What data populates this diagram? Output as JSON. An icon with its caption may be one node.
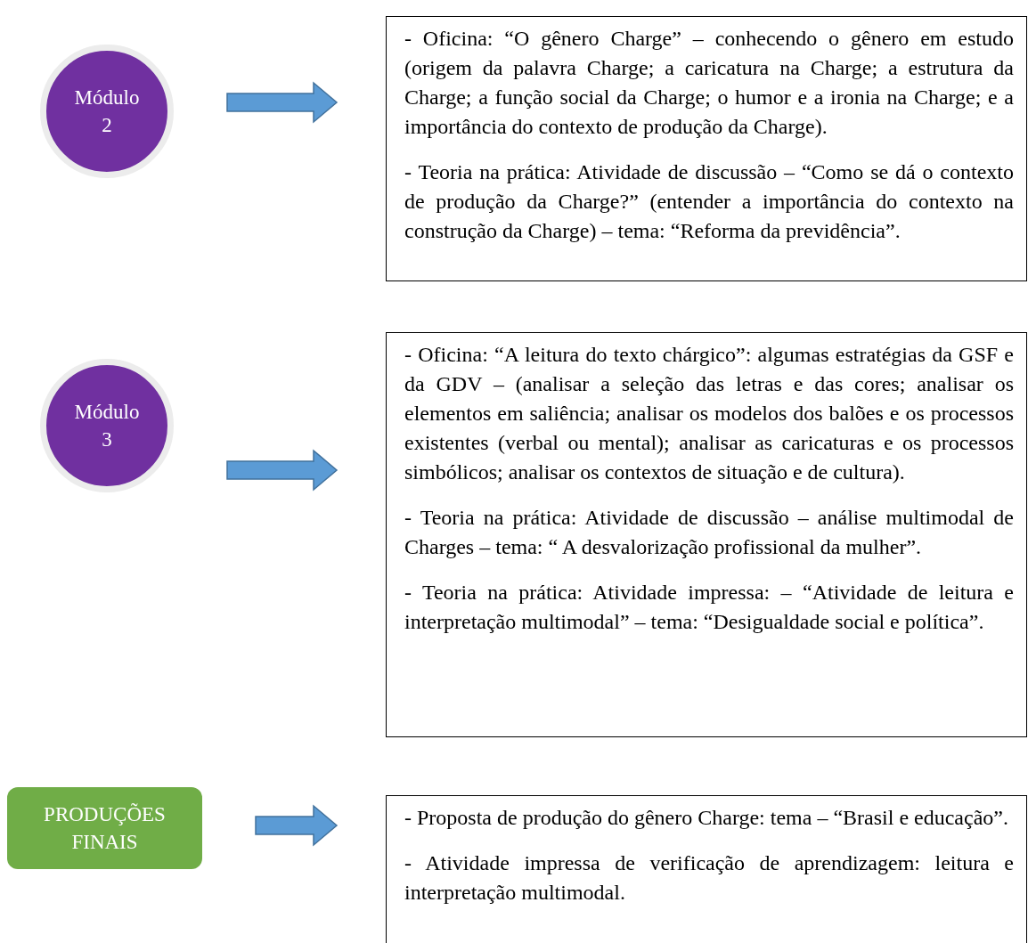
{
  "diagram": {
    "nodes": [
      {
        "text": [
          "Módulo 2"
        ]
      },
      {
        "text": [
          "- Oficina: “O gênero Charge” – conhecendo o gênero em estudo (origem da palavra Charge; a caricatura na Charge; a estrutura da Charge; a função social da Charge; o humor e a ironia na Charge; e a importância do contexto de produção da Charge).",
          "- Teoria na prática: Atividade de discussão – “Como se dá o contexto de produção da Charge?” (entender a importância do contexto na construção da Charge) – tema: “Reforma da previdência”."
        ]
      },
      {
        "text": [
          "Módulo 3"
        ]
      },
      {
        "text": [
          "- Oficina: “A leitura do texto chárgico”: algumas estratégias da GSF e da GDV – (analisar a seleção das letras e das cores; analisar os elementos em saliência; analisar os modelos dos balões e os processos existentes (verbal ou mental); analisar as caricaturas e os processos simbólicos; analisar os contextos de situação e de cultura).",
          "- Teoria na prática: Atividade de discussão – análise multimodal de Charges – tema: “ A desvalorização profissional da mulher”.",
          "- Teoria na prática: Atividade impressa: – “Atividade de leitura e interpretação multimodal” – tema: “Desigualdade social e política”."
        ]
      },
      {
        "text": [
          "PRODUÇÕES FINAIS"
        ]
      },
      {
        "text": [
          "- Proposta de produção do gênero Charge: tema – “Brasil e educação”.",
          "- Atividade impressa de verificação de aprendizagem: leitura e interpretação multimodal."
        ]
      }
    ],
    "edges": [
      {
        "from": 0,
        "to": 1,
        "arrow": "to"
      },
      {
        "from": 2,
        "to": 3,
        "arrow": "to"
      },
      {
        "from": 4,
        "to": 5,
        "arrow": "to"
      }
    ]
  }
}
